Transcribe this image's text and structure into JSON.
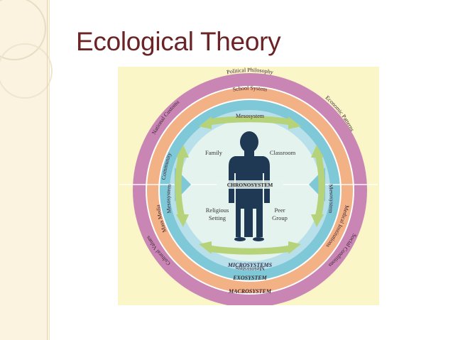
{
  "slide": {
    "title": "Ecological Theory"
  },
  "colors": {
    "title": "#6b2426",
    "background_panel": "#fbf3e0",
    "diagram_background": "#fbf6c8",
    "macrosystem": "#c986b4",
    "exosystem": "#f3b186",
    "mesosystem": "#7fc8d8",
    "microsystem_ring": "#b7e0ea",
    "center": "#e5f3ef",
    "person": "#1f3954",
    "arrows": "#b6d37a"
  },
  "diagram": {
    "macrosystem_items": {
      "top": "Political Philosophy",
      "upper_left": "National Customs",
      "upper_right": "Economic Patterns",
      "lower_left": "Cultural Values",
      "lower_right": "Social Conditions"
    },
    "exosystem_items": {
      "top": "School System",
      "left_upper": "Community",
      "left_lower": "Mass Media",
      "right_lower": "Medical Institutions"
    },
    "mesosystem_labels": {
      "top": "Mesosystem",
      "left": "Mesosystem",
      "right": "Mesosystem",
      "bottom": "Mesosystem"
    },
    "microsystem_items": {
      "top_left": "Family",
      "top_right": "Classroom",
      "bottom_left_line1": "Religious",
      "bottom_left_line2": "Setting",
      "bottom_right_line1": "Peer",
      "bottom_right_line2": "Group"
    },
    "center_label": "CHRONOSYSTEM",
    "system_labels": {
      "microsystems": "MICROSYSTEMS",
      "exosystem": "EXOSYSTEM",
      "macrosystem": "MACROSYSTEM"
    }
  }
}
